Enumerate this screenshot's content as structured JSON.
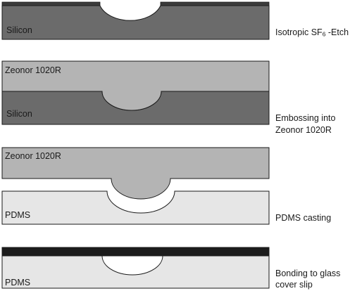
{
  "steps": [
    {
      "materials": [
        "Silicon"
      ],
      "caption_lines": [
        "Isotropic SF6 -Etch"
      ],
      "caption_parts": [
        "Isotropic SF",
        "6",
        " -Etch"
      ]
    },
    {
      "materials": [
        "Zeonor 1020R",
        "Silicon"
      ],
      "caption_lines": [
        "Embossing into",
        "Zeonor 1020R"
      ]
    },
    {
      "materials": [
        "Zeonor 1020R",
        "PDMS"
      ],
      "caption_lines": [
        "PDMS casting"
      ]
    },
    {
      "materials": [
        "PDMS"
      ],
      "caption_lines": [
        "Bonding to glass",
        "cover slip"
      ]
    }
  ],
  "colors": {
    "silicon": "#6b6b6b",
    "zeonor": "#b4b4b4",
    "pdms": "#e6e6e6",
    "mask": "#3b3b3b",
    "glass_cover": "#1c1c1c",
    "channel": "#ffffff",
    "outline": "#1a1a1a"
  }
}
